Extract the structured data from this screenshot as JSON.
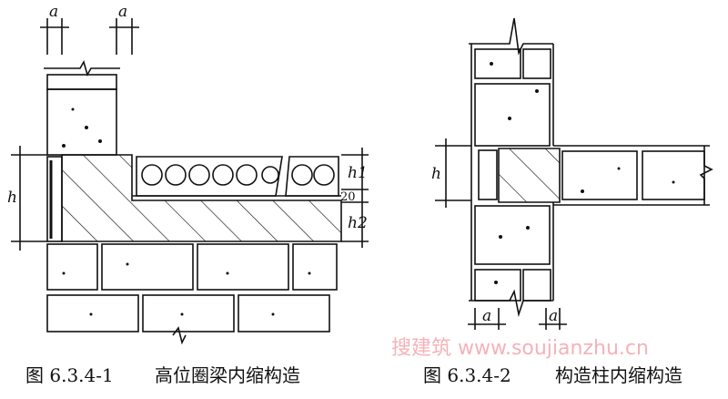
{
  "figure1": {
    "caption_number": "图 6.3.4-1",
    "caption_title": "高位圈梁内缩构造",
    "labels": {
      "a_left": "a",
      "a_right": "a",
      "h": "h",
      "h1": "h1",
      "h2": "h2",
      "gap": "20"
    }
  },
  "figure2": {
    "caption_number": "图 6.3.4-2",
    "caption_title": "构造柱内缩构造",
    "labels": {
      "h": "h",
      "a_left": "a",
      "a_right": "a"
    }
  },
  "watermark": "搜建筑 www.soujianzhu.cn",
  "colors": {
    "line": "#111111",
    "watermark": "#f2a0a8"
  }
}
